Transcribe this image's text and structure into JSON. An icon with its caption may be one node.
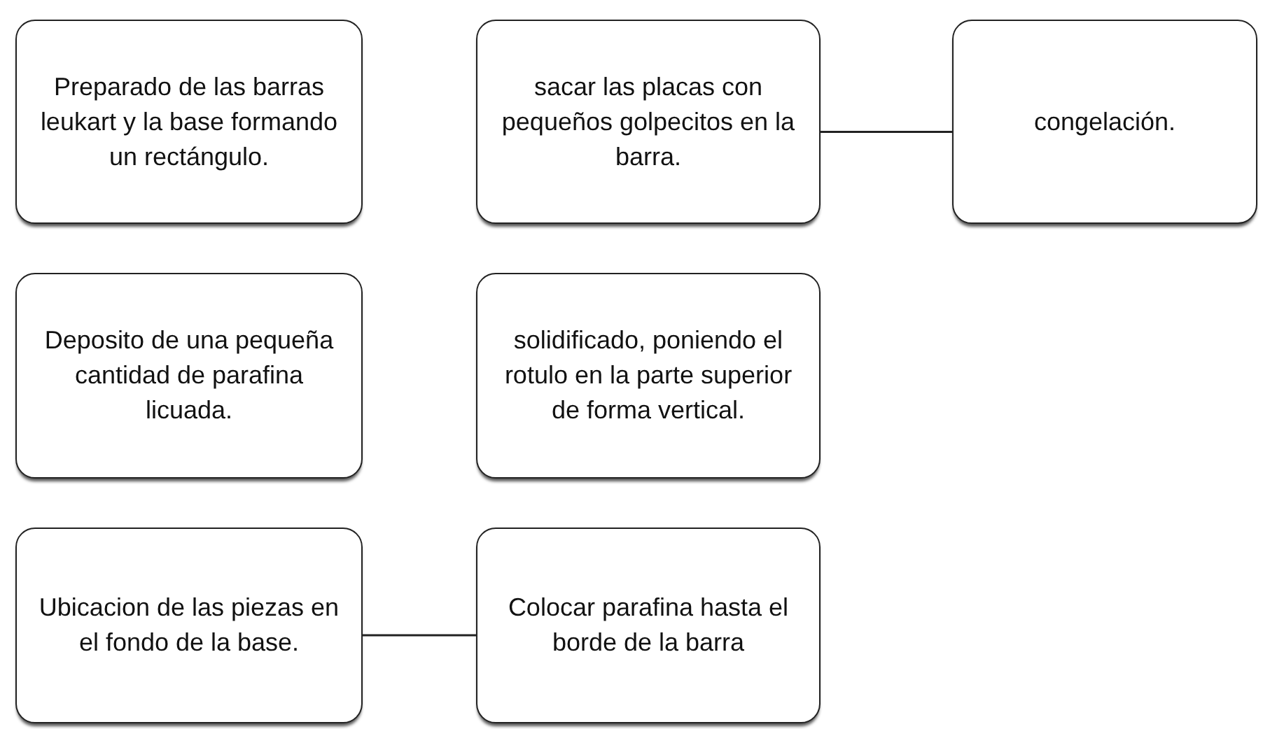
{
  "diagram": {
    "nodes": [
      {
        "text": [
          "Preparado de las barras leukart y la base formando un rectángulo."
        ]
      },
      {
        "text": [
          "sacar las placas con pequeños golpecitos en la barra."
        ]
      },
      {
        "text": [
          "congelación."
        ]
      },
      {
        "text": [
          "Deposito de una pequeña cantidad de parafina licuada."
        ]
      },
      {
        "text": [
          "solidificado, poniendo el rotulo en la parte superior de forma vertical."
        ]
      },
      {
        "text": [
          "Ubicacion de las piezas en el fondo de la base."
        ]
      },
      {
        "text": [
          "Colocar parafina hasta el borde de la barra"
        ]
      }
    ],
    "edges": [
      {
        "from": 1,
        "to": 2,
        "arrow": "none"
      },
      {
        "from": 5,
        "to": 6,
        "arrow": "none"
      }
    ]
  }
}
